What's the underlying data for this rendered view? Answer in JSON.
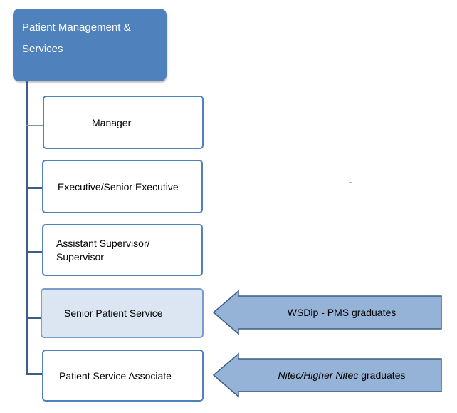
{
  "header": {
    "line1": "Patient Management &",
    "line2": "Services"
  },
  "positions": [
    {
      "label": "Manager"
    },
    {
      "label": "Executive/Senior Executive"
    },
    {
      "label_line1": "Assistant Supervisor/",
      "label_line2": "Supervisor"
    },
    {
      "label": "Senior Patient Service"
    },
    {
      "label": "Patient Service Associate"
    }
  ],
  "entry_paths": [
    {
      "text": "WSDip - PMS graduates"
    },
    {
      "italic_part": "Nitec/Higher Nitec",
      "text_suffix": " graduates"
    }
  ],
  "stray_mark": "-",
  "colors": {
    "header_fill": "#4f81bd",
    "box_border": "#4f81bd",
    "highlight_fill": "#dce6f2",
    "arrow_fill": "#95b3d7",
    "connector": "#3e5d85"
  }
}
